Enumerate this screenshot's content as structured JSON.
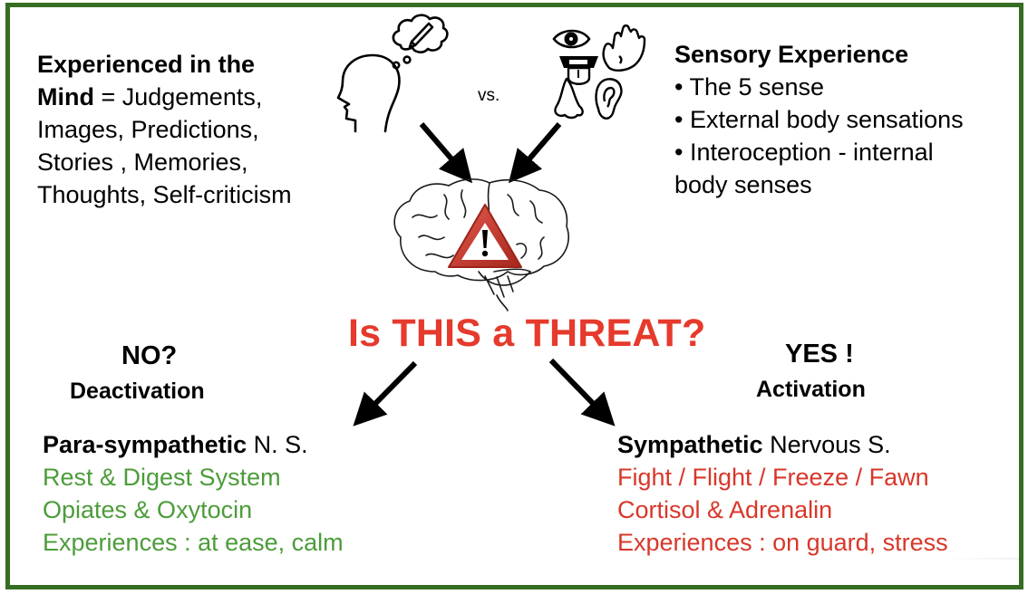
{
  "frame": {
    "border_color": "#356e22"
  },
  "mind_block": {
    "heading_bold_1": "Experienced in the",
    "heading_bold_2": "Mind",
    "heading_rest": " = Judgements,",
    "lines": [
      "Images, Predictions,",
      "Stories , Memories,",
      "Thoughts, Self-criticism"
    ]
  },
  "vs_label": "vs.",
  "sensory_block": {
    "heading": "Sensory Experience",
    "bullets": [
      "• The 5 sense",
      "• External body sensations",
      "• Interoception - internal"
    ],
    "continuation": "body senses"
  },
  "icons": {
    "head": "thinking-head-icon",
    "senses": [
      "eye-icon",
      "hand-icon",
      "tongue-icon",
      "nose-icon",
      "ear-icon"
    ],
    "center": "brain-icon",
    "warning": "warning-triangle-icon"
  },
  "question": {
    "text": "Is THIS a THREAT?",
    "color": "#e53a2c"
  },
  "no_branch": {
    "answer": "NO?",
    "label": "Deactivation",
    "system_bold": "Para-sympathetic",
    "system_rest": " N. S.",
    "lines": [
      "Rest & Digest System",
      "Opiates & Oxytocin",
      "Experiences : at ease, calm"
    ],
    "color": "#4c9c3a"
  },
  "yes_branch": {
    "answer": "YES !",
    "label": "Activation",
    "system_bold": "Sympathetic",
    "system_rest": " Nervous S.",
    "lines": [
      "Fight / Flight / Freeze / Fawn",
      "Cortisol  & Adrenalin",
      "Experiences : on guard, stress"
    ],
    "color": "#d8372a"
  }
}
